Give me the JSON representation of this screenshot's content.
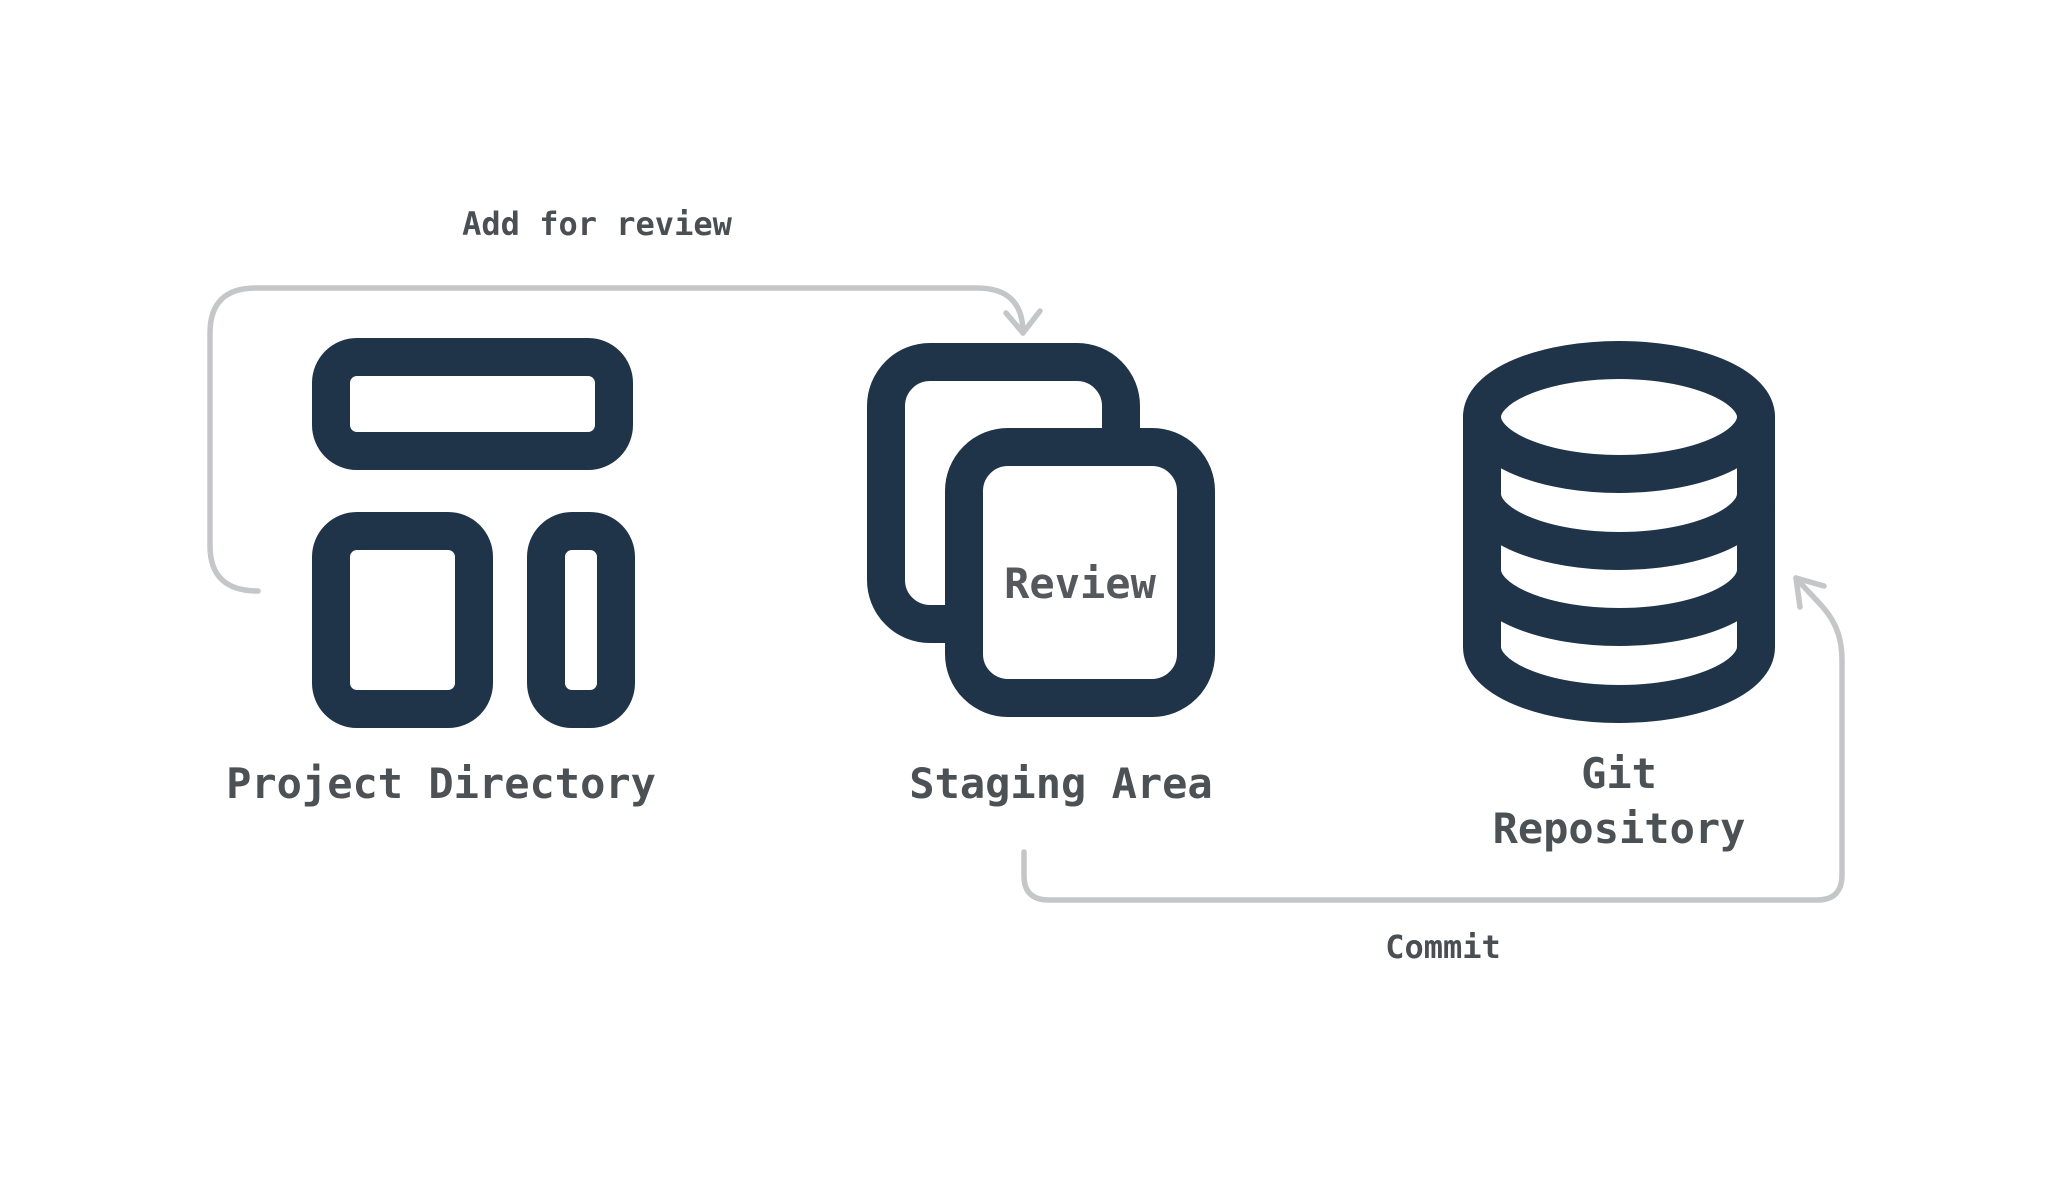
{
  "diagram": {
    "colors": {
      "background": "#ffffff",
      "icon": "#1f3349",
      "arrow": "#c5c6c8",
      "node_label": "#4c5156",
      "edge_label": "#4a4f54",
      "badge_label": "#55595e"
    },
    "nodes": [
      {
        "id": "project-directory",
        "label": "Project Directory",
        "icon": "layout-icon"
      },
      {
        "id": "staging-area",
        "label": "Staging Area",
        "icon": "overlapping-files-icon",
        "badge": "Review"
      },
      {
        "id": "git-repository",
        "label": "Git Repository",
        "icon": "database-icon"
      }
    ],
    "edges": [
      {
        "id": "add-for-review",
        "label": "Add for review",
        "from": "project-directory",
        "to": "staging-area"
      },
      {
        "id": "commit",
        "label": "Commit",
        "from": "staging-area",
        "to": "git-repository"
      }
    ]
  }
}
